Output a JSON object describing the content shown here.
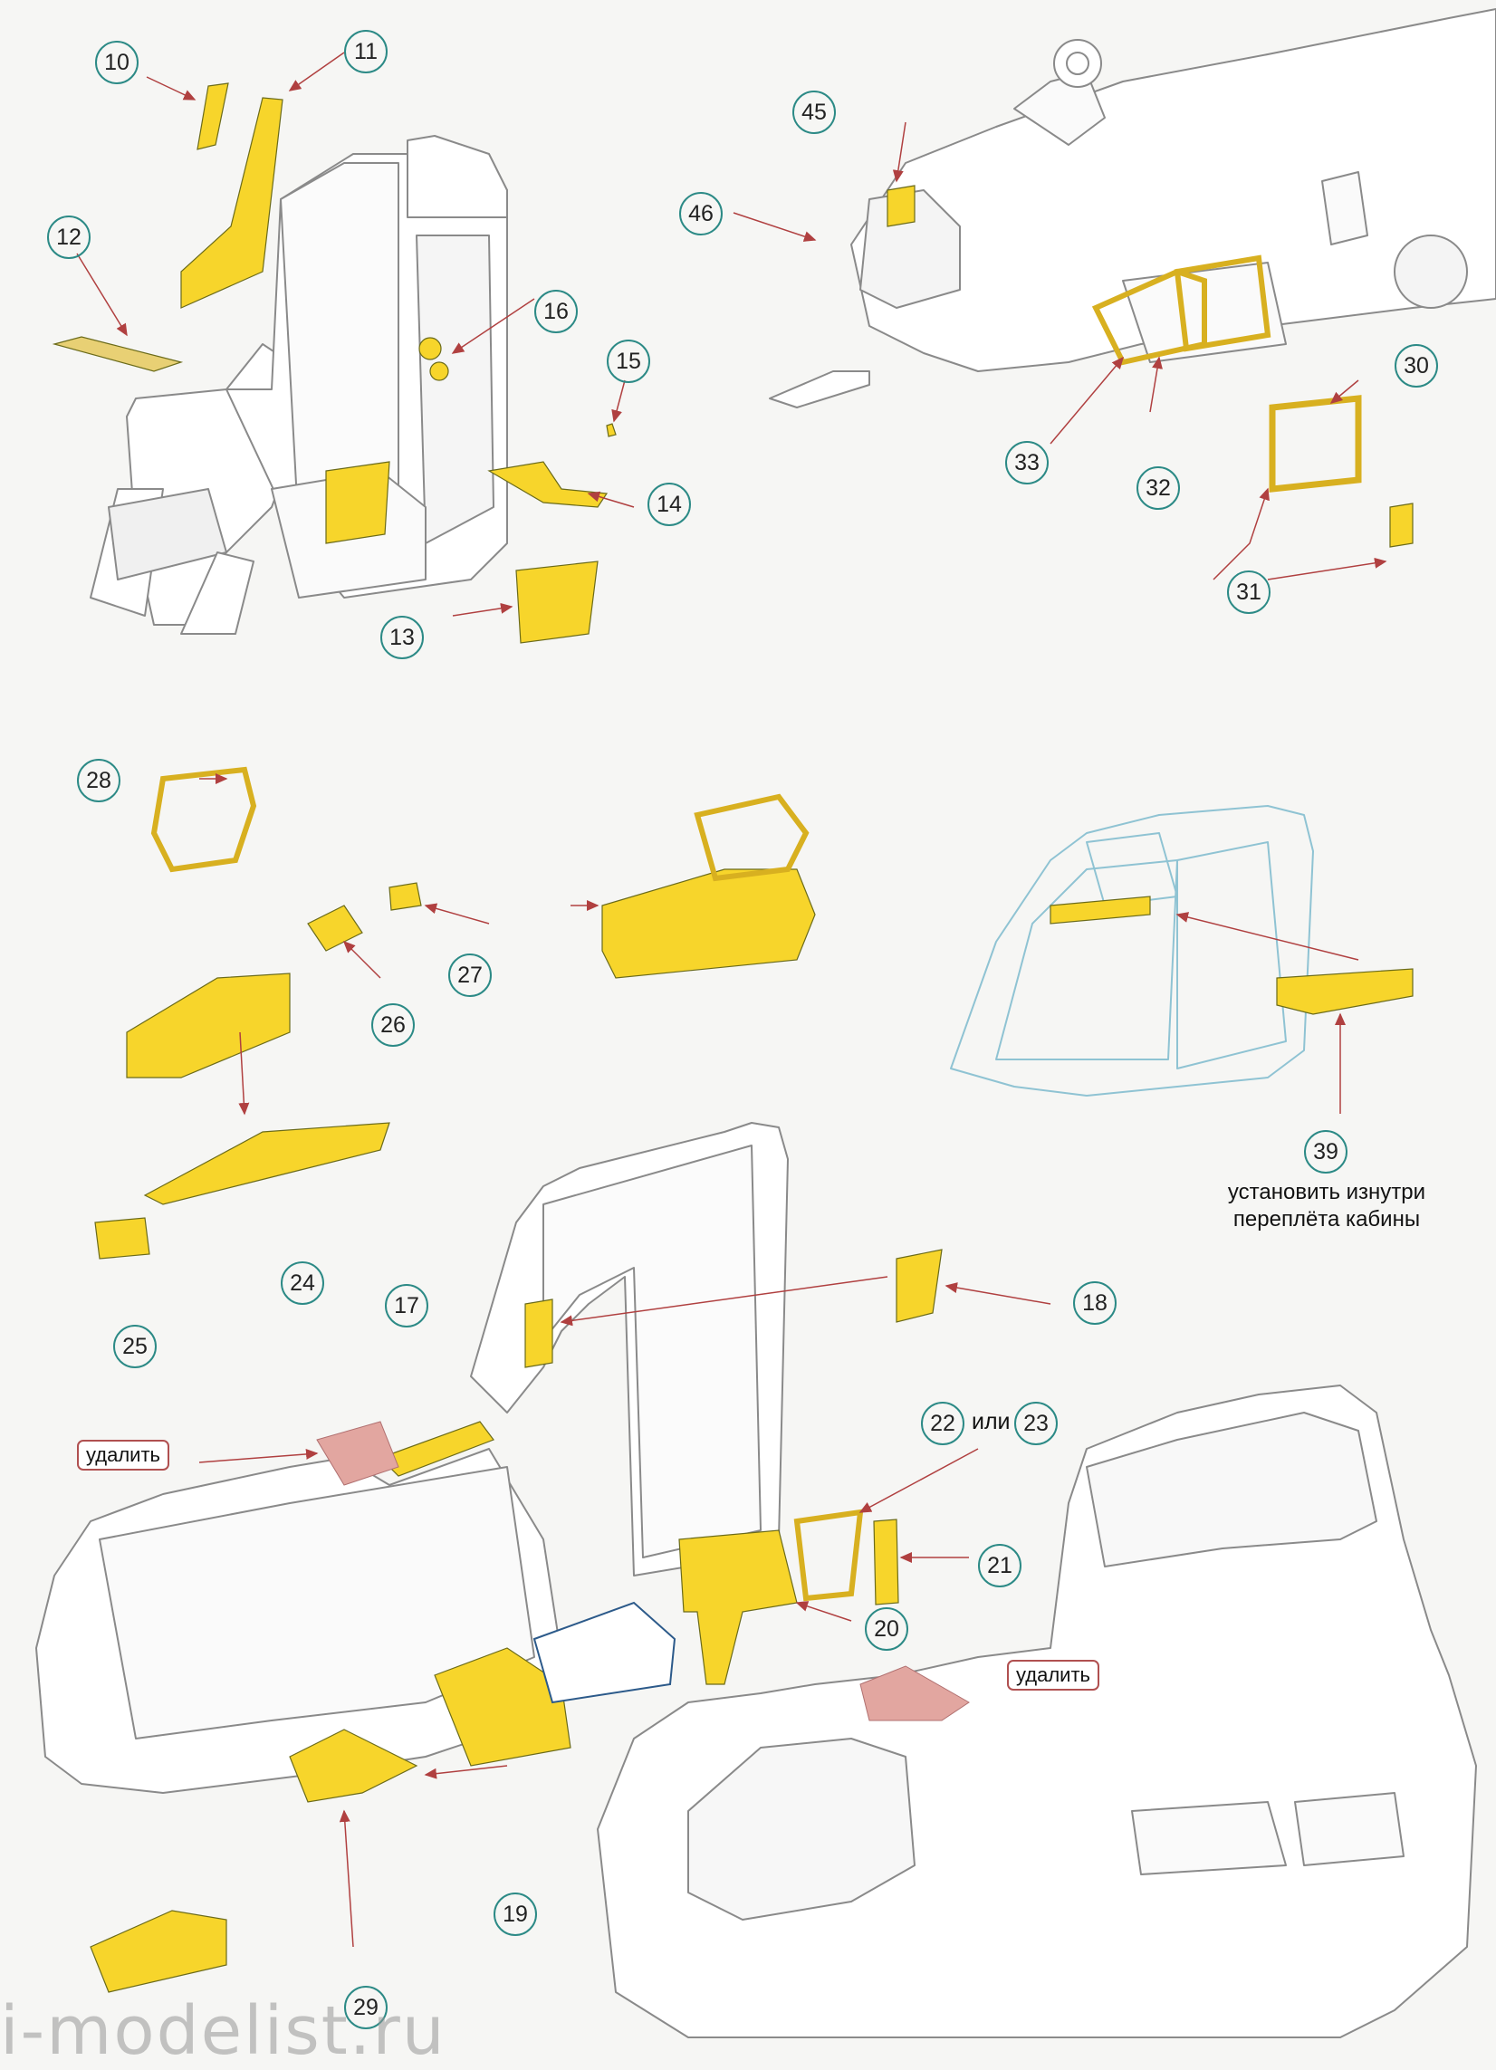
{
  "callouts": {
    "c10": "10",
    "c11": "11",
    "c12": "12",
    "c13": "13",
    "c14": "14",
    "c15": "15",
    "c16": "16",
    "c17": "17",
    "c18": "18",
    "c19": "19",
    "c20": "20",
    "c21": "21",
    "c22": "22",
    "c23": "23",
    "c24": "24",
    "c25": "25",
    "c26": "26",
    "c27": "27",
    "c28": "28",
    "c29": "29",
    "c30": "30",
    "c31": "31",
    "c32": "32",
    "c33": "33",
    "c39": "39",
    "c45": "45",
    "c46": "46"
  },
  "labels": {
    "ili": "или",
    "remove_left": "удалить",
    "remove_right": "удалить",
    "install_note_line1": "установить изнутри",
    "install_note_line2": "переплёта кабины"
  },
  "watermark": "i-modelist.ru",
  "colors": {
    "part_fill": "#f7d52b",
    "remove_fill": "#e2a6a0",
    "callout_ring": "#2c8a86",
    "line": "#7c7c7c",
    "canopy": "#8fc3d3"
  }
}
